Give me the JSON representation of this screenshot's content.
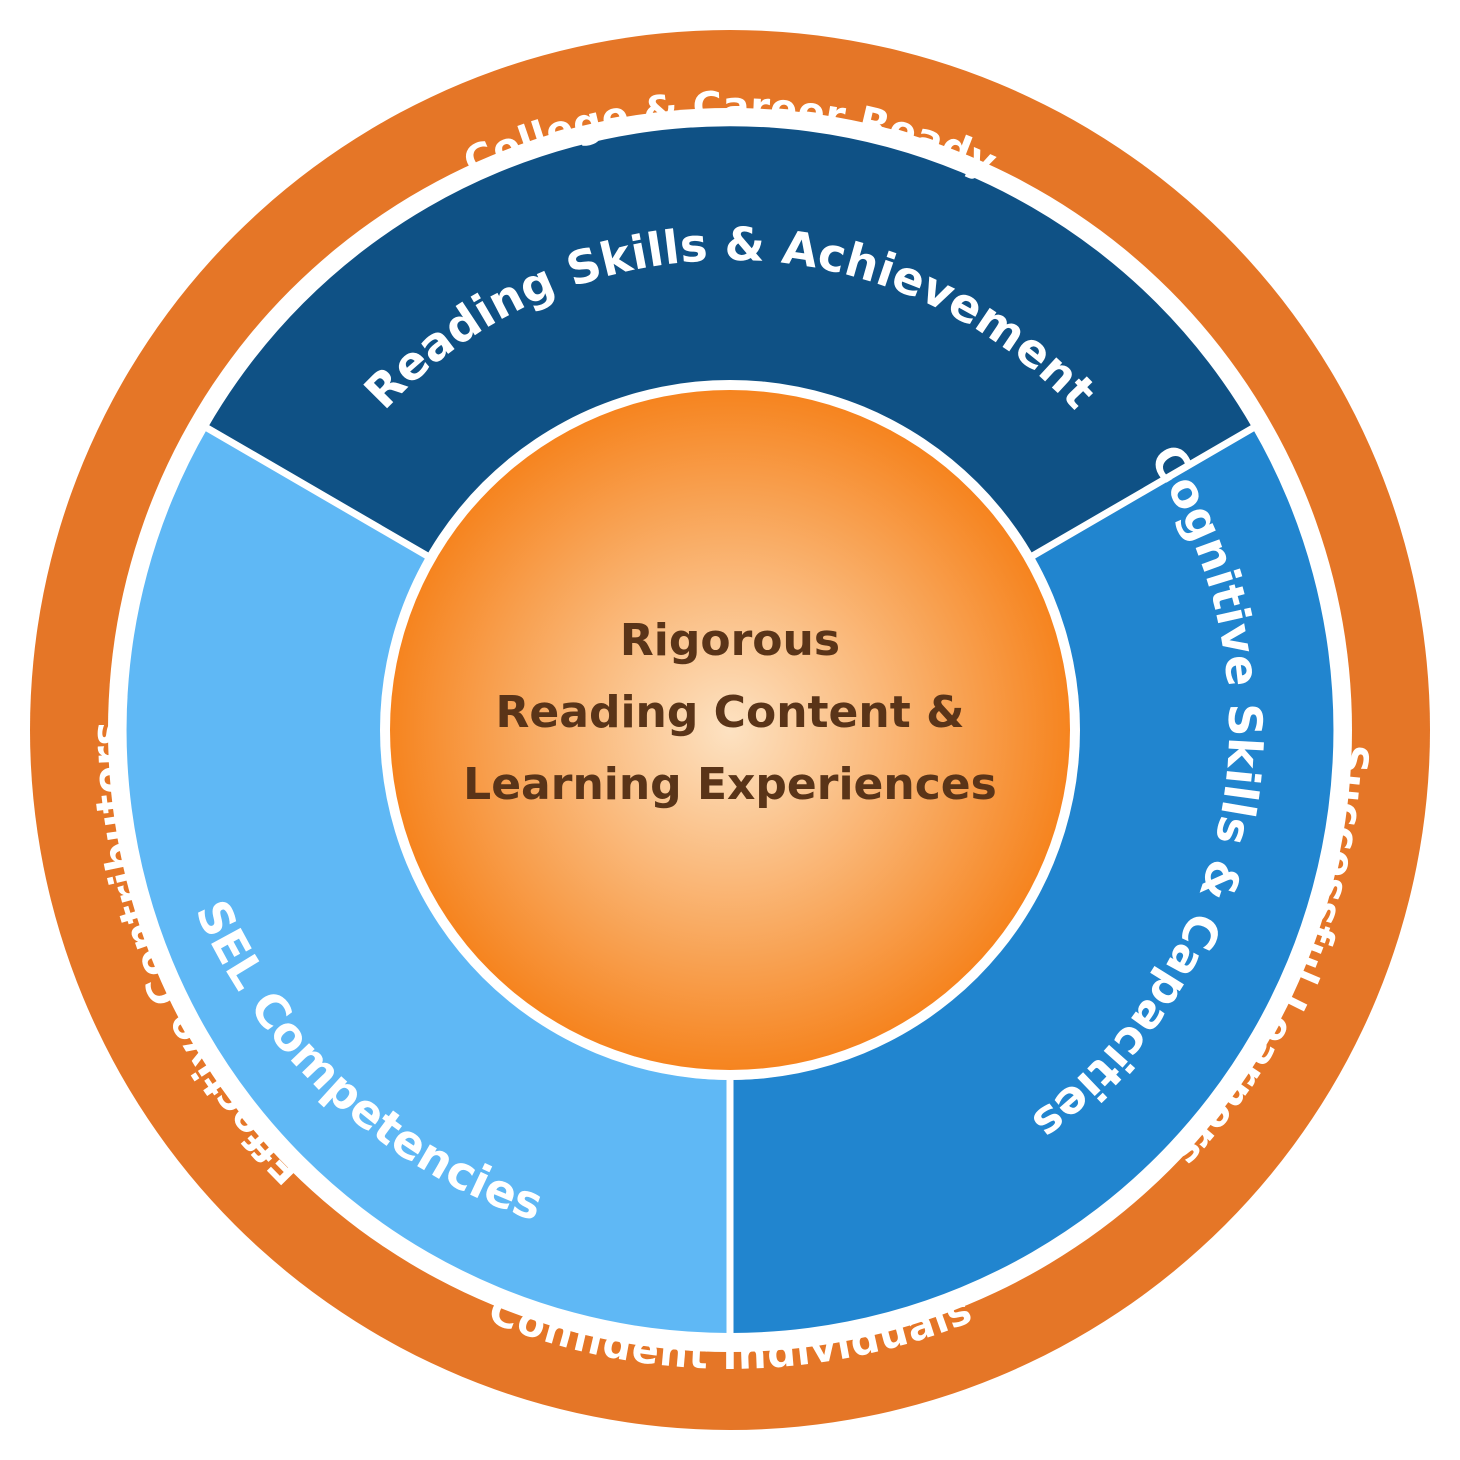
{
  "colors": {
    "outer_ring": "#e57627",
    "segment_reading": "#0f5185",
    "segment_sel": "#5fb8f5",
    "segment_cognitive": "#2185cf",
    "center_light": "#fde2c2",
    "center_dark": "#f6841f",
    "center_text": "#5a3418",
    "label_text": "#ffffff",
    "separator": "#ffffff"
  },
  "outer_ring_labels": {
    "top": "College & Career Ready",
    "right": "Successful Learners",
    "bottom": "Confident Individuals",
    "left": "Effective Contributors"
  },
  "segments": {
    "reading": "Reading Skills & Achievement",
    "sel": "SEL Competencies",
    "cognitive": "Cognitive Skills & Capacities"
  },
  "center": {
    "line1": "Rigorous",
    "line2": "Reading Content &",
    "line3": "Learning Experiences"
  }
}
